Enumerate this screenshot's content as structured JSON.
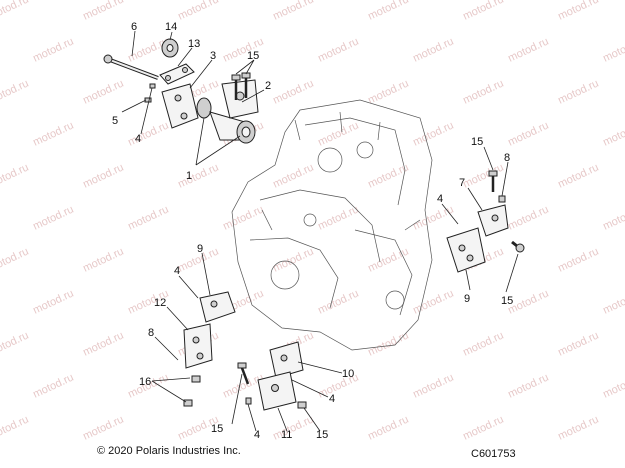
{
  "watermark": "motod.ru",
  "footer": {
    "copyright": "© 2020 Polaris Industries Inc.",
    "code": "C601753"
  },
  "callouts": [
    "6",
    "14",
    "13",
    "3",
    "15",
    "2",
    "5",
    "4",
    "1",
    "15",
    "8",
    "7",
    "4",
    "9",
    "15",
    "9",
    "4",
    "12",
    "8",
    "16",
    "10",
    "4",
    "15",
    "4",
    "11",
    "15"
  ]
}
